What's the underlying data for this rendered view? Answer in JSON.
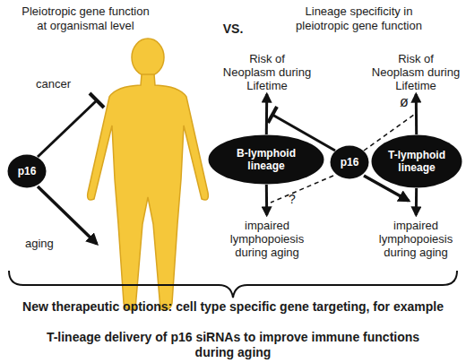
{
  "diagram": {
    "nodes": [
      {
        "text": [
          "p16"
        ]
      },
      {
        "text": [
          "Risk of Neoplasm during Lifetime"
        ]
      },
      {
        "text": [
          "Risk of Neoplasm during Lifetime"
        ]
      },
      {
        "text": [
          "B-lymphoid lineage"
        ]
      },
      {
        "text": [
          "p16"
        ]
      },
      {
        "text": [
          "T-lymphoid lineage"
        ]
      },
      {
        "text": [
          "impaired lymphopoiesis during aging"
        ]
      },
      {
        "text": [
          "impaired lymphopoiesis during aging"
        ]
      }
    ],
    "edges": [
      {
        "from": 3,
        "to": 1,
        "arrow": "to"
      },
      {
        "from": 5,
        "to": 2,
        "arrow": "to"
      },
      {
        "from": 3,
        "to": 6,
        "arrow": "to"
      },
      {
        "from": 5,
        "to": 7,
        "arrow": "to"
      }
    ],
    "labels": [
      "Pleiotropic gene function at organismal level",
      "VS.",
      "Lineage specificity in pleiotropic gene function",
      "cancer",
      "aging",
      "ø",
      "?",
      "New therapeutic options: cell type specific gene targeting, for example",
      "T-lineage delivery of p16 siRNAs to improve immune functions during aging"
    ]
  }
}
